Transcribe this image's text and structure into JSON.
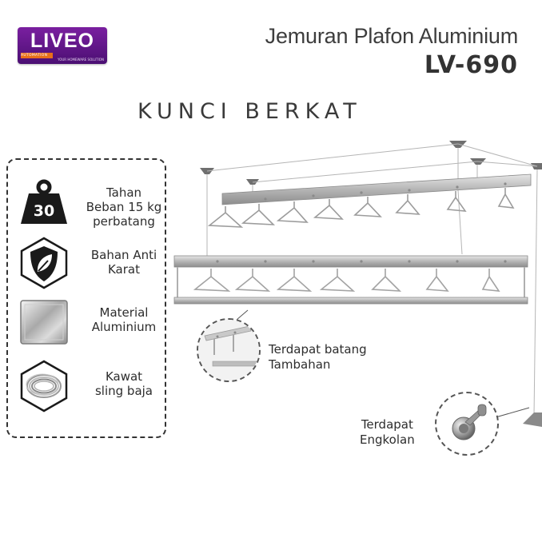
{
  "brand": {
    "logo_text": "LIVEO",
    "logo_sub": "AUTOMATION",
    "logo_tag": "YOUR HOMEWARE SOLUTION",
    "colors": {
      "purple": "#5a1488",
      "orange": "#e8701a"
    }
  },
  "header": {
    "product_name": "Jemuran Plafon Aluminium",
    "model": "LV-690"
  },
  "headline": "KUNCI BERKAT",
  "features": [
    {
      "icon": "weight-icon",
      "icon_text": "30",
      "label_lines": [
        "Tahan",
        "Beban 15 kg",
        "perbatang"
      ]
    },
    {
      "icon": "shield-leaf-icon",
      "label_lines": [
        "Bahan Anti",
        "Karat"
      ]
    },
    {
      "icon": "aluminium-sheet-icon",
      "label_lines": [
        "Material",
        "Aluminium"
      ]
    },
    {
      "icon": "wire-coil-icon",
      "label_lines": [
        "Kawat",
        "sling baja"
      ]
    }
  ],
  "callouts": {
    "extra_bar": {
      "lines": [
        "Terdapat batang",
        "Tambahan"
      ],
      "icon": "extra-bar-icon"
    },
    "crank": {
      "lines": [
        "Terdapat",
        "Engkolan"
      ],
      "icon": "crank-handle-icon"
    }
  }
}
